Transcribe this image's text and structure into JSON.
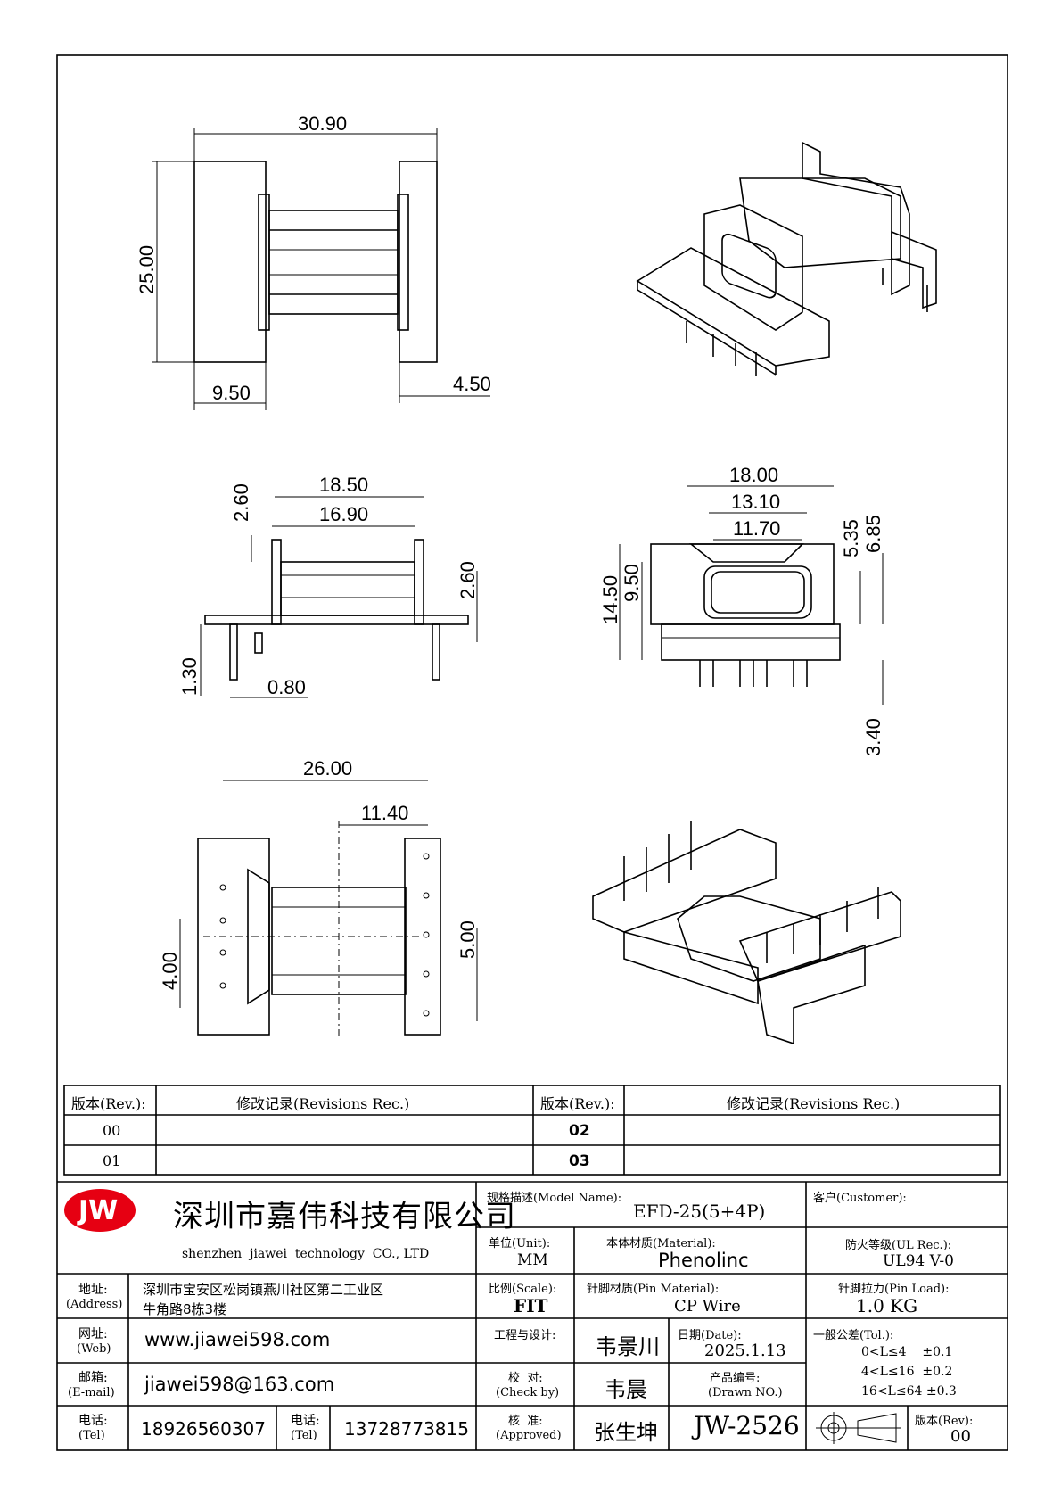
{
  "dimensions": {
    "top_width": "30.90",
    "top_height": "25.00",
    "top_left_flange": "9.50",
    "top_right_flange": "4.50",
    "side_w1": "18.50",
    "side_w2": "16.90",
    "side_flange_h": "2.60",
    "side_flange_h2": "2.60",
    "side_pin_off": "1.30",
    "side_pin_d": "0.80",
    "front_w1": "18.00",
    "front_w2": "13.10",
    "front_w3": "11.70",
    "front_h1": "14.50",
    "front_h2": "9.50",
    "front_h3": "5.35",
    "front_h4": "6.85",
    "front_pin_len": "3.40",
    "bottom_w": "26.00",
    "bottom_half": "11.40",
    "bottom_pitch_l": "4.00",
    "bottom_pitch_r": "5.00"
  },
  "revisions": {
    "header_rev": "版本(Rev.):",
    "header_rec": "修改记录(Revisions Rec.)",
    "rows_left": [
      "00",
      "01"
    ],
    "rows_right": [
      "02",
      "03"
    ]
  },
  "company": {
    "logo": "JW",
    "name_cn": "深圳市嘉伟科技有限公司",
    "name_en": "shenzhen  jiawei  technology  CO., LTD",
    "address_label": "地址:",
    "address_label_en": "(Address)",
    "address_line1": "深圳市宝安区松岗镇燕川社区第二工业区",
    "address_line2": "牛角路8栋3楼",
    "web_label": "网址:",
    "web_label_en": "(Web)",
    "web": "www.jiawei598.com",
    "email_label": "邮箱:",
    "email_label_en": "(E-mail)",
    "email": "jiawei598@163.com",
    "tel_label": "电话:",
    "tel_label_en": "(Tel)",
    "tel1": "18926560307",
    "tel2_label": "电话:",
    "tel2_label_en": "(Tel)",
    "tel2": "13728773815"
  },
  "spec": {
    "model_label": "规格描述(Model Name):",
    "model": "EFD-25(5+4P)",
    "customer_label": "客户(Customer):",
    "customer": "",
    "unit_label": "单位(Unit):",
    "unit": "MM",
    "material_label": "本体材质(Material):",
    "material": "Phenolinc",
    "ul_label": "防火等级(UL Rec.):",
    "ul": "UL94 V-0",
    "scale_label": "比例(Scale):",
    "scale": "FIT",
    "pin_material_label": "针脚材质(Pin Material):",
    "pin_material": "CP Wire",
    "pin_load_label": "针脚拉力(Pin Load):",
    "pin_load": "1.0 KG",
    "design_label": "工程与设计:",
    "designer": "韦景川",
    "date_label": "日期(Date):",
    "date": "2025.1.13",
    "tol_label": "一般公差(Tol.):",
    "tol": [
      "0<L≤4    ±0.1",
      "4<L≤16  ±0.2",
      "16<L≤64 ±0.3"
    ],
    "check_label": "校  对:",
    "check_label_en": "(Check by)",
    "checker": "韦晨",
    "drawn_label": "产品编号:",
    "drawn_label_en": "(Drawn NO.)",
    "approve_label": "核  准:",
    "approve_label_en": "(Approved)",
    "approver": "张生坤",
    "drawing_no": "JW-2526",
    "rev_label": "版本(Rev):",
    "rev": "00"
  }
}
